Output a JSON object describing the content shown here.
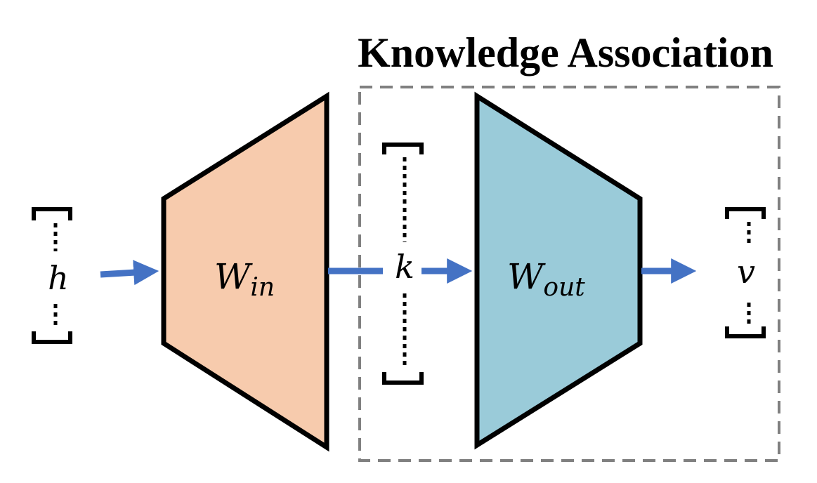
{
  "title": "Knowledge Association",
  "labels": {
    "input": "h",
    "key": "k",
    "value": "v",
    "w_in_main": "W",
    "w_in_sub": "in",
    "w_out_main": "W",
    "w_out_sub": "out"
  },
  "colors": {
    "w_in_fill": "#f7cbad",
    "w_out_fill": "#9acbd9",
    "arrow": "#4472c4",
    "outline": "#000000",
    "dashed_box": "#808080"
  }
}
